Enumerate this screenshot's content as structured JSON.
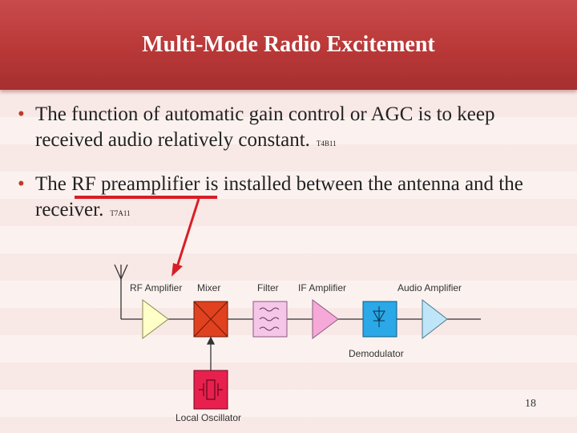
{
  "slide": {
    "title": "Multi-Mode Radio Excitement",
    "bullets": [
      {
        "text": "The function of automatic gain control or AGC is to keep received audio relatively constant.",
        "ref": "T4B11"
      },
      {
        "text_before": "The ",
        "text_underlined": "RF preamplifier",
        "text_after": " is installed between the antenna and the receiver.",
        "ref": "T7A11"
      }
    ],
    "page_number": "18"
  },
  "diagram": {
    "labels": {
      "rf_amplifier": "RF Amplifier",
      "mixer": "Mixer",
      "filter": "Filter",
      "if_amplifier": "IF Amplifier",
      "audio_amplifier": "Audio Amplifier",
      "demodulator": "Demodulator",
      "local_oscillator": "Local Oscillator"
    },
    "colors": {
      "rf_amplifier": "#ffffc8",
      "mixer": "#e0411f",
      "filter": "#f5c6e8",
      "if_amplifier": "#f6a9d9",
      "demodulator": "#2aa8e8",
      "audio_amplifier": "#bfe6f8",
      "local_oscillator": "#e8204e",
      "annotation": "#d81f26"
    }
  }
}
